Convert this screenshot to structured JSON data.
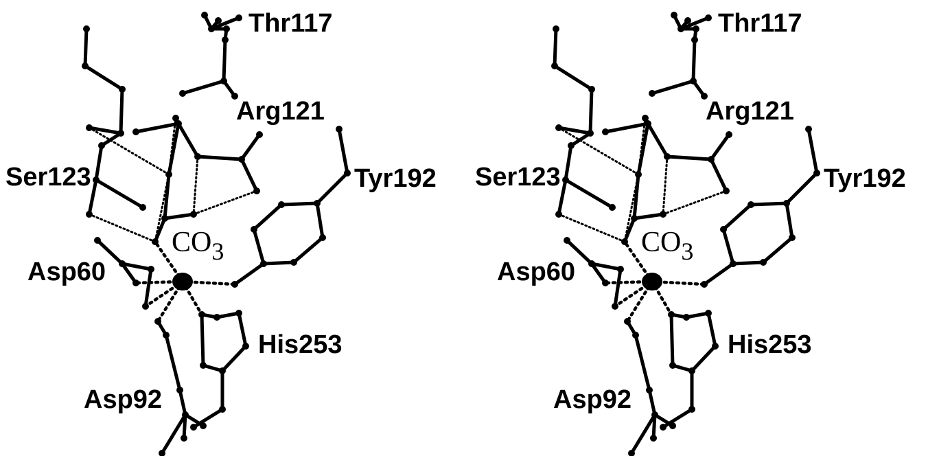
{
  "figure": {
    "panels": [
      "left",
      "right"
    ],
    "ligand": {
      "base": "CO",
      "subscript": "3"
    },
    "residues": {
      "thr117": "Thr117",
      "arg121": "Arg121",
      "ser123": "Ser123",
      "tyr192": "Tyr192",
      "asp60": "Asp60",
      "his253": "His253",
      "asp92": "Asp92"
    }
  }
}
